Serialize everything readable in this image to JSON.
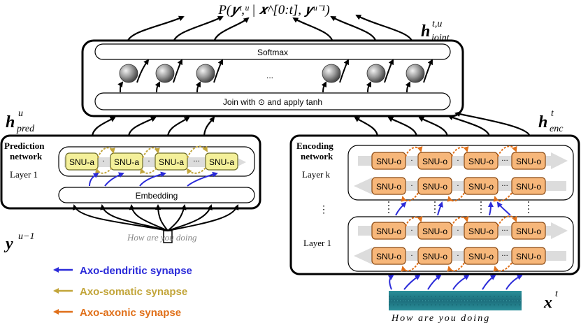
{
  "labels": {
    "output_formula": "P(𝒚ᵗ,ᵘ | 𝒙^[0:t], 𝒚ᵘ⁻¹)",
    "h_joint": "h",
    "h_joint_sup": "t,u",
    "h_joint_sub": "joint",
    "h_pred": "h",
    "h_pred_sup": "u",
    "h_pred_sub": "pred",
    "h_enc": "h",
    "h_enc_sup": "t",
    "h_enc_sub": "enc",
    "y_prev": "y",
    "y_prev_sup": "u−1",
    "x_t": "x",
    "x_t_sup": "t"
  },
  "joint_network": {
    "softmax_label": "Softmax",
    "ellipsis": "...",
    "join_label": "Join with ⊙ and apply tanh"
  },
  "prediction_network": {
    "title_line1": "Prediction",
    "title_line2": "network",
    "layer_label": "Layer 1",
    "units": [
      "SNU-a",
      "SNU-a",
      "SNU-a",
      "SNU-a"
    ],
    "embedding_label": "Embedding",
    "input_text": "How are you doing"
  },
  "encoding_network": {
    "title_line1": "Encoding",
    "title_line2": "network",
    "layer_k_label": "Layer k",
    "layer_1_label": "Layer 1",
    "vdots": "⋮",
    "units_row": [
      "SNU-o",
      "SNU-o",
      "SNU-o",
      "SNU-o"
    ],
    "input_caption": "How  are you  doing"
  },
  "legend": [
    {
      "label": "Axo-dendritic synapse",
      "color": "#2b2bd9"
    },
    {
      "label": "Axo-somatic synapse",
      "color": "#c2a53a"
    },
    {
      "label": "Axo-axonic synapse",
      "color": "#e0701a"
    }
  ],
  "colors": {
    "snu_a_fill": "#f4f09a",
    "snu_a_stroke": "#6b6b2a",
    "snu_o_fill": "#f7b77a",
    "snu_o_stroke": "#8a4a14",
    "dendritic": "#2b2bd9",
    "somatic": "#c2a53a",
    "axonic": "#e0701a",
    "spectrogram": "#1f7f8c"
  }
}
